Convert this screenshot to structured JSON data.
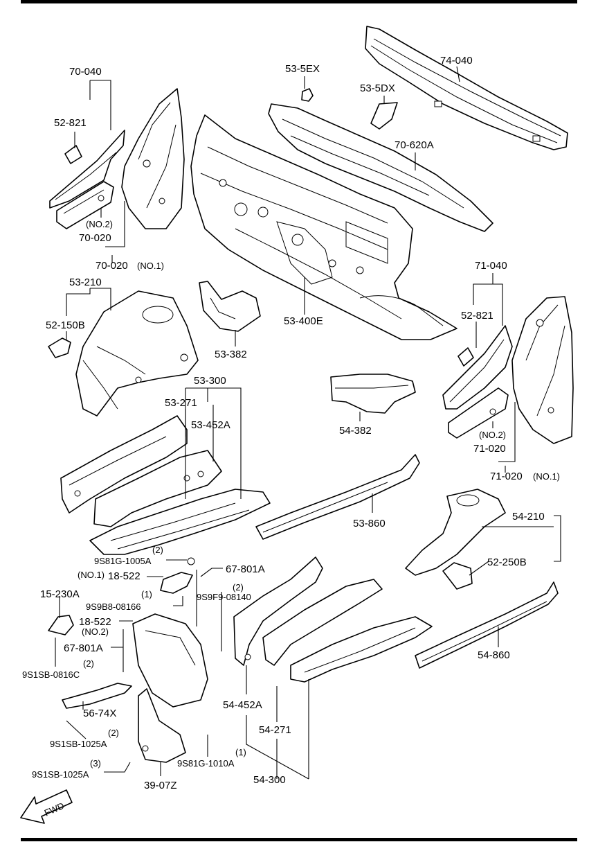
{
  "labels": {
    "l70_040": "70-040",
    "l52_821_left": "52-821",
    "l70_020_no2_tag": "(NO.2)",
    "l70_020_no2": "70-020",
    "l70_020_no1": "70-020",
    "l70_020_no1_tag": "(NO.1)",
    "l53_5EX": "53-5EX",
    "l53_5DX": "53-5DX",
    "l74_040": "74-040",
    "l70_620A": "70-620A",
    "l53_210": "53-210",
    "l52_150B": "52-150B",
    "l53_382": "53-382",
    "l53_400E": "53-400E",
    "l71_040": "71-040",
    "l52_821_right": "52-821",
    "l71_020_no2_tag": "(NO.2)",
    "l71_020_no2": "71-020",
    "l71_020_no1": "71-020",
    "l71_020_no1_tag": "(NO.1)",
    "l53_300": "53-300",
    "l53_271": "53-271",
    "l53_452A": "53-452A",
    "l54_382": "54-382",
    "l53_860": "53-860",
    "l54_210": "54-210",
    "l52_250B": "52-250B",
    "q_9S81G_1005A": "(2)",
    "l9S81G_1005A": "9S81G-1005A",
    "l18_522_no1_tag": "(NO.1)",
    "l18_522_no1": "18-522",
    "l67_801A_top": "67-801A",
    "q_9S9F9": "(2)",
    "l9S9F9_08140": "9S9F9-08140",
    "l15_230A": "15-230A",
    "q_9S9B8": "(1)",
    "l9S9B8_08166": "9S9B8-08166",
    "l18_522_no2": "18-522",
    "l18_522_no2_tag": "(NO.2)",
    "l67_801A_left": "67-801A",
    "q_9S1SB_0816C": "(2)",
    "l9S1SB_0816C": "9S1SB-0816C",
    "l56_74X": "56-74X",
    "q_9S1SB_1025A_a": "(2)",
    "l9S1SB_1025A_a": "9S1SB-1025A",
    "q_9S1SB_1025A_b": "(3)",
    "l9S1SB_1025A_b": "9S1SB-1025A",
    "l39_07Z": "39-07Z",
    "l9S81G_1010A": "9S81G-1010A",
    "q_9S81G_1010A": "(1)",
    "l54_452A": "54-452A",
    "l54_271": "54-271",
    "l54_300": "54-300",
    "l54_860": "54-860",
    "fwd": "FWD"
  }
}
